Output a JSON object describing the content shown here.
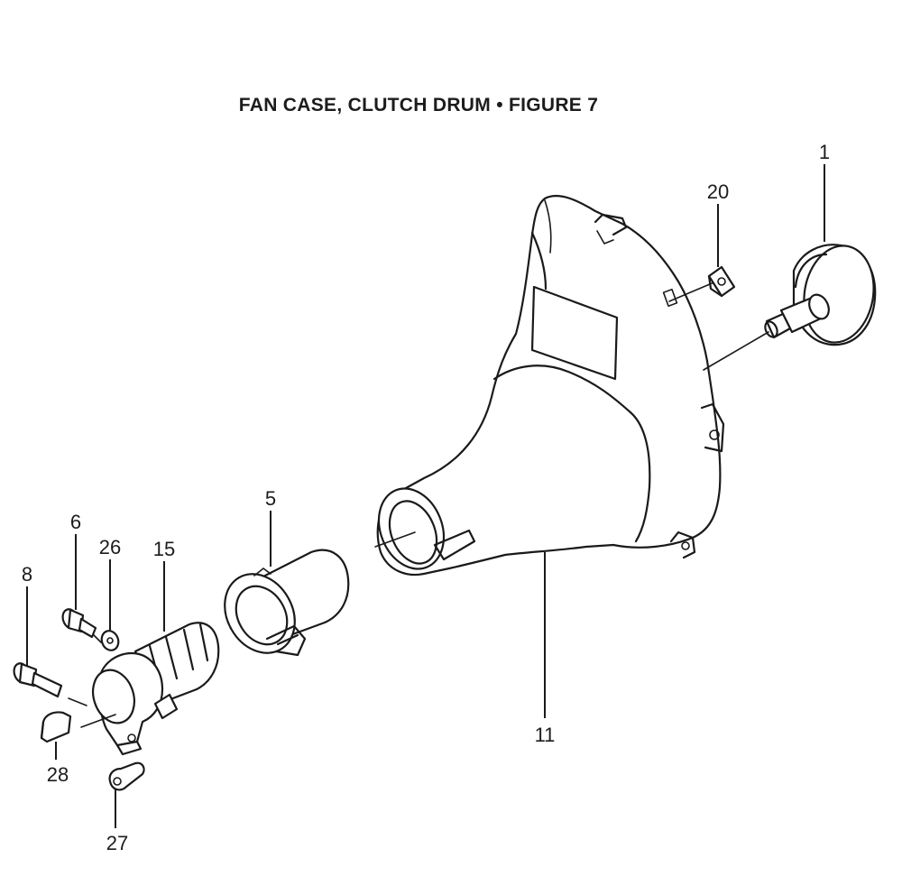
{
  "figure": {
    "title": "FAN CASE, CLUTCH DRUM  •  FIGURE 7"
  },
  "callouts": {
    "c1": "1",
    "c20": "20",
    "c5": "5",
    "c6": "6",
    "c26": "26",
    "c15": "15",
    "c8": "8",
    "c11": "11",
    "c28": "28",
    "c27": "27"
  }
}
